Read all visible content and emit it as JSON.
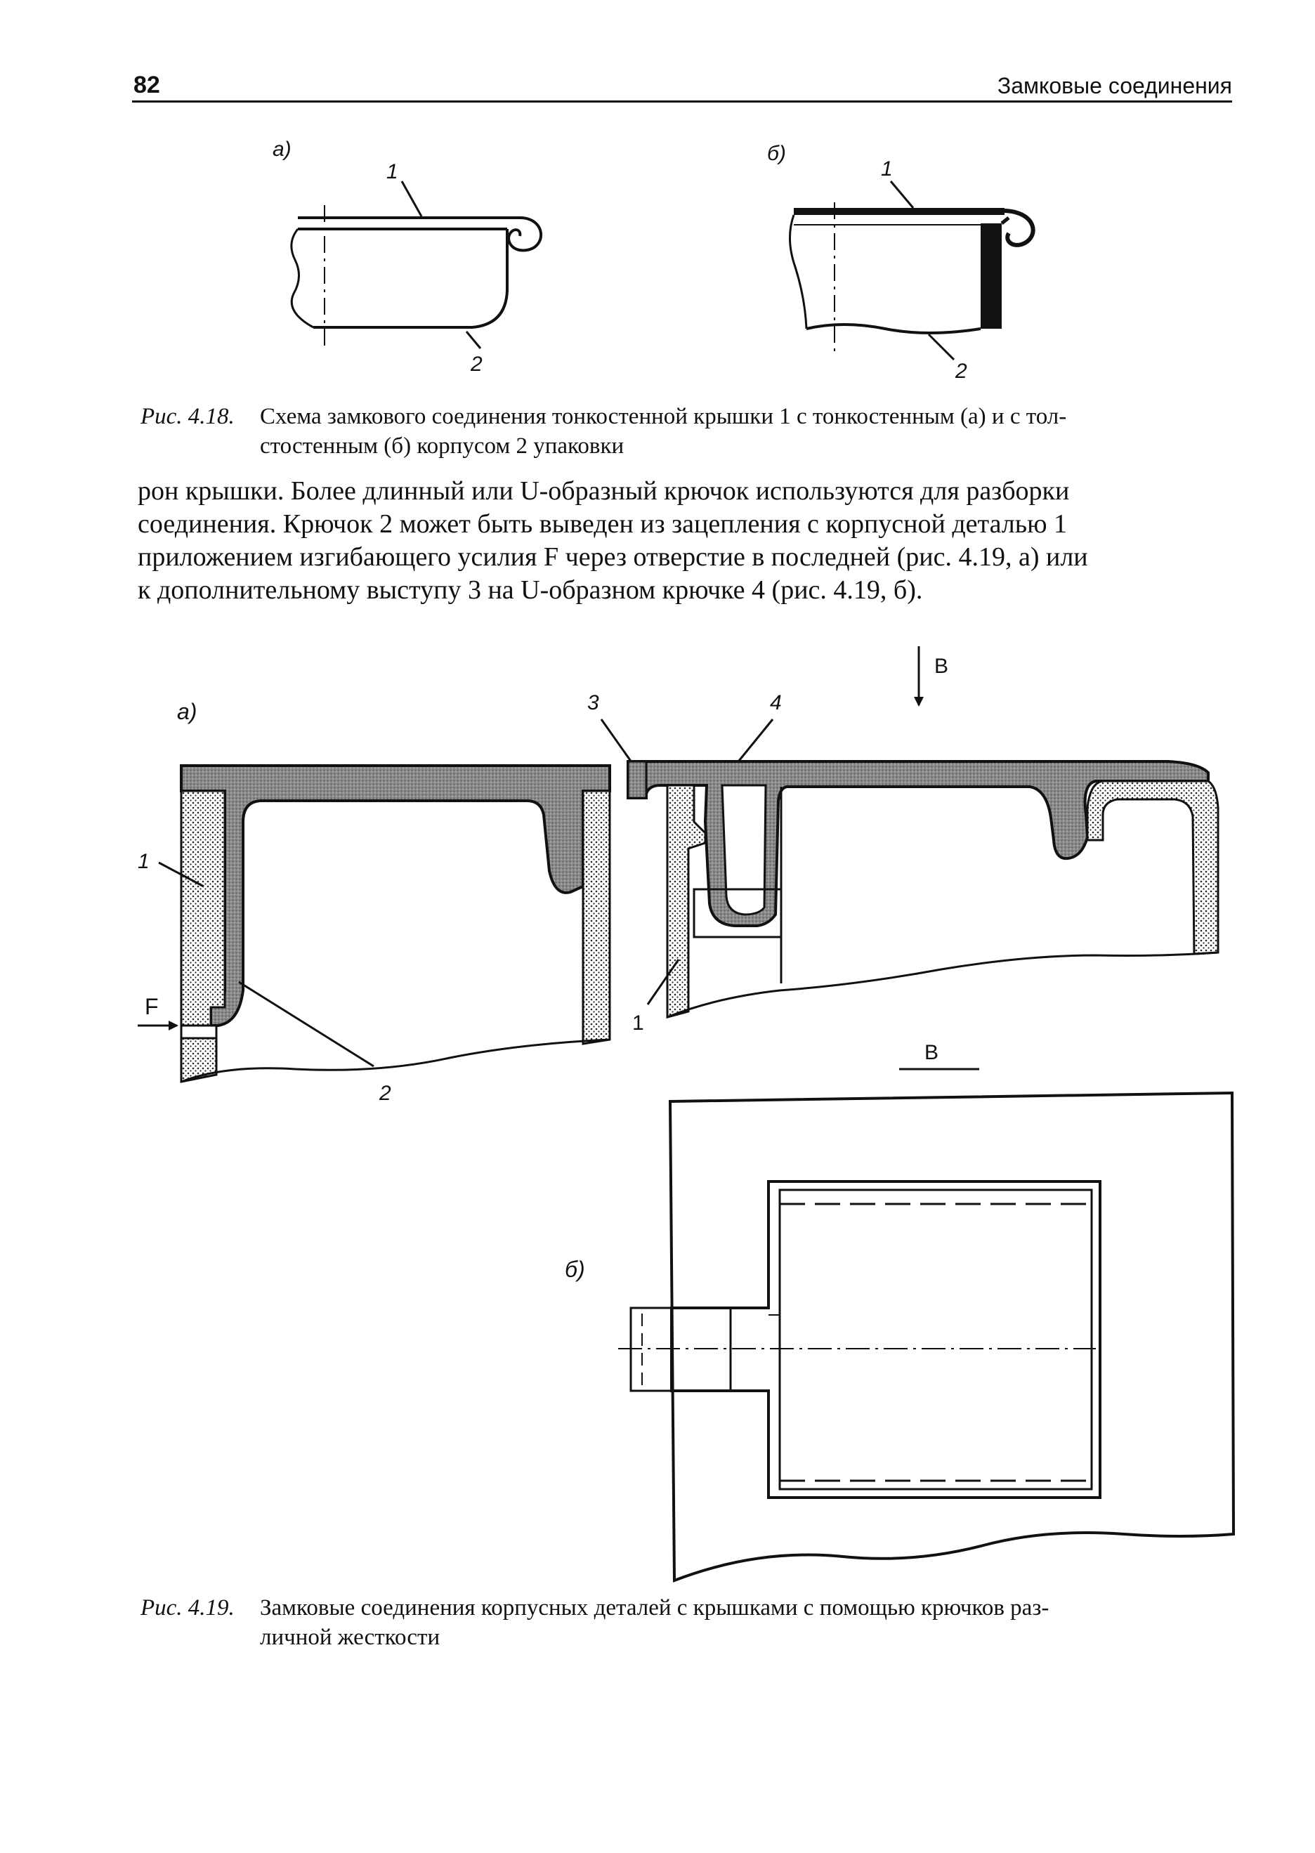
{
  "header": {
    "page_number": "82",
    "section_title": "Замковые соединения"
  },
  "fig418": {
    "label_a": "а)",
    "label_b": "б)",
    "part_1": "1",
    "part_2": "2",
    "caption_label": "Рис. 4.18.",
    "caption_line1": "Схема замкового соединения тонкостенной крышки 1 с тонкостенным (а) и с тол-",
    "caption_line2": "стостенным (б) корпусом 2 упаковки"
  },
  "body": {
    "line1": "рон крышки. Более длинный или U-образный крючок используются для разборки",
    "line2": "соединения. Крючок 2 может быть выведен из зацепления с корпусной деталью 1",
    "line3": "приложением изгибающего усилия F через отверстие в последней (рис. 4.19, а) или",
    "line4": "к дополнительному выступу 3 на U-образном крючке 4 (рис. 4.19, б)."
  },
  "fig419": {
    "label_a": "а)",
    "label_b": "б)",
    "view_arrow": "В",
    "view_title": "В",
    "force": "F",
    "part_1": "1",
    "part_2": "2",
    "part_3": "3",
    "part_4": "4",
    "part_1_b": "1",
    "caption_label": "Рис. 4.19.",
    "caption_line1": "Замковые соединения корпусных деталей с крышками с помощью крючков раз-",
    "caption_line2": "личной жесткости"
  }
}
